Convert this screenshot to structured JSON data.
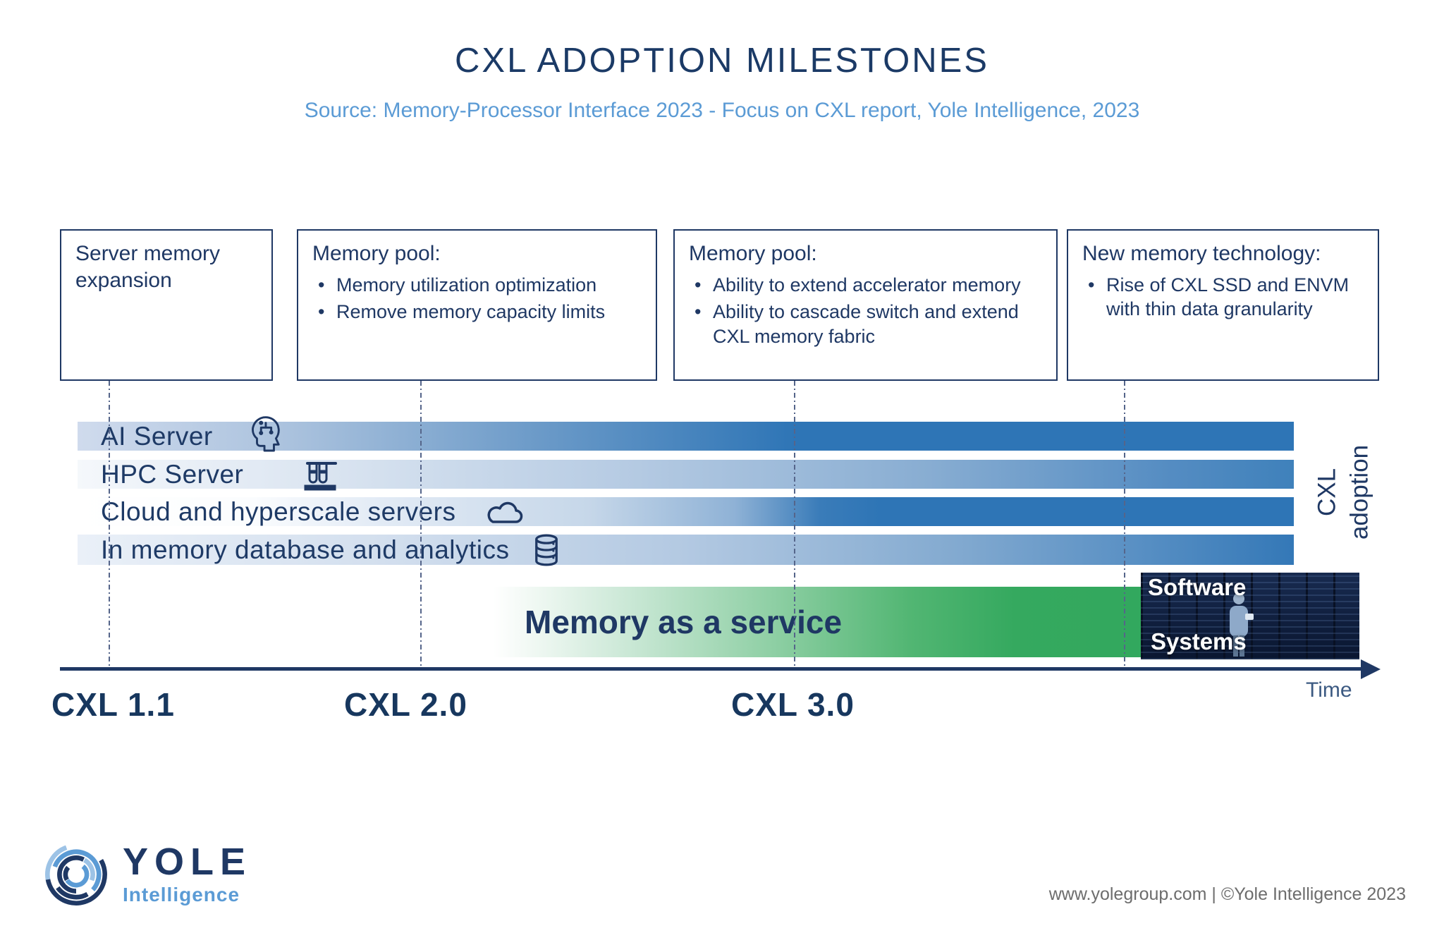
{
  "title": "CXL ADOPTION MILESTONES",
  "source_line": "Source: Memory-Processor Interface 2023 - Focus on CXL  report, Yole Intelligence, 2023",
  "milestone_boxes": [
    {
      "title": "Server memory expansion",
      "bullets": []
    },
    {
      "title": "Memory pool:",
      "bullets": [
        "Memory utilization optimization",
        "Remove memory capacity limits"
      ]
    },
    {
      "title": "Memory pool:",
      "bullets": [
        "Ability to extend accelerator memory",
        "Ability to cascade switch and extend CXL memory fabric"
      ]
    },
    {
      "title": "New memory technology:",
      "bullets": [
        "Rise of CXL SSD and ENVM with thin data granularity"
      ]
    }
  ],
  "adoption_bars": [
    {
      "label": "AI Server",
      "icon": "ai-head-icon"
    },
    {
      "label": "HPC Server",
      "icon": "test-tube-rack-icon"
    },
    {
      "label": "Cloud and hyperscale servers",
      "icon": "cloud-icon"
    },
    {
      "label": "In memory database and analytics",
      "icon": "database-icon"
    }
  ],
  "service_bar": {
    "label": "Memory as a service"
  },
  "photo": {
    "overlay_line1": "Software",
    "overlay_line2": "Systems"
  },
  "axis": {
    "versions": [
      "CXL 1.1",
      "CXL 2.0",
      "CXL 3.0"
    ],
    "time_label": "Time",
    "y_label_line1": "CXL",
    "y_label_line2": "adoption"
  },
  "logo": {
    "brand": "YOLE",
    "sub_brand": "Intelligence"
  },
  "footer": "www.yolegroup.com | ©Yole Intelligence 2023",
  "colors": {
    "navy": "#1F3864",
    "bar_blue": "#2E75B6",
    "light_blue": "#5B9BD5",
    "green": "#2FA75C",
    "footer_gray": "#6D6D6D"
  }
}
